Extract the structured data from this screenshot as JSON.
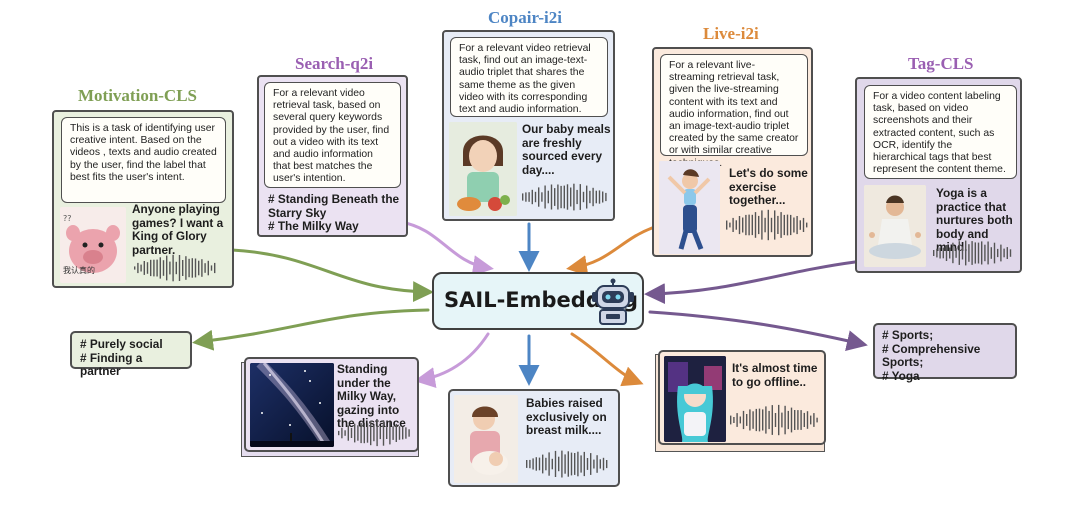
{
  "colors": {
    "motivation": "#e9f0df",
    "search": "#ebe2f2",
    "copair": "#e7ecf6",
    "live": "#fbeadd",
    "tag": "#e0d8ea",
    "arrow_green": "#7f9f54",
    "arrow_purple": "#c79bd9",
    "arrow_blue": "#4d85c4",
    "arrow_orange": "#dc8a3b",
    "arrow_dark_purple": "#75598f",
    "hub": "#e6f5f8"
  },
  "hub": {
    "label": "SAIL-Embedding",
    "icon": "robot-icon"
  },
  "tasks": {
    "motivation": {
      "title": "Motivation-CLS",
      "prompt": "This is a task of identifying user creative intent. Based on the videos , texts and audio created by the user, find the label that best fits the user's intent.",
      "content": "Anyone playing games? I want a King of Glory partner.",
      "image_caption": "我认真的"
    },
    "search": {
      "title": "Search-q2i",
      "prompt": "For a relevant video retrieval task, based on several query keywords provided by the user, find out a video with its text and audio information that best matches the user's intention.",
      "query_1": "# Standing Beneath the Starry Sky",
      "query_2": "# The Milky Way"
    },
    "copair": {
      "title": "Copair-i2i",
      "prompt": "For a relevant video retrieval task, find out an image-text-audio triplet that shares the same theme as the given video with its corresponding text and audio information.",
      "content": "Our baby meals are freshly sourced every day...."
    },
    "live": {
      "title": "Live-i2i",
      "prompt": "For a relevant live-streaming retrieval task, given the live-streaming content with its text and audio information, find out an image-text-audio triplet created by the same creator or with similar creative techniques.",
      "content": "Let's do some exercise together..."
    },
    "tag": {
      "title": "Tag-CLS",
      "prompt": "For a video content labeling task, based on video screenshots and their extracted content, such as OCR, identify the hierarchical tags that best represent the content theme.",
      "content": "Yoga is a practice that nurtures both body and mind."
    }
  },
  "outputs": {
    "motivation": {
      "line_1": "# Purely social",
      "line_2": "# Finding a partner"
    },
    "search": {
      "content": "Standing under the Milky Way, gazing into the distance"
    },
    "copair": {
      "content": "Babies raised exclusively on breast milk...."
    },
    "live": {
      "content": "It's almost time to go offline.."
    },
    "tag": {
      "line_1": "# Sports;",
      "line_2": "# Comprehensive Sports;",
      "line_3": "# Yoga"
    }
  }
}
